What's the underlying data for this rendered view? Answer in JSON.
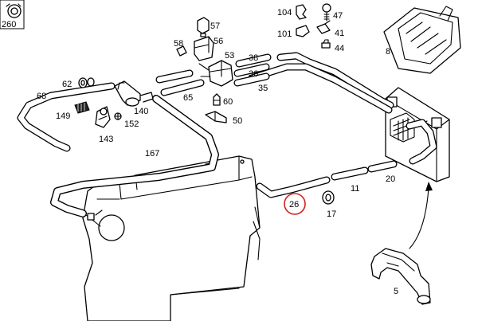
{
  "highlight_color": "#d42020",
  "highlighted_part": "26",
  "labels": {
    "p260": "260",
    "p104": "104",
    "p47": "47",
    "p101": "101",
    "p41": "41",
    "p44": "44",
    "p57": "57",
    "p58": "58",
    "p56": "56",
    "p53": "53",
    "p8": "8",
    "p38": "38",
    "p36": "36",
    "p35": "35",
    "p62": "62",
    "p65": "65",
    "p68": "68",
    "p60": "60",
    "p149": "149",
    "p140": "140",
    "p152": "152",
    "p50": "50",
    "p143": "143",
    "p167": "167",
    "p11": "11",
    "p20": "20",
    "p26": "26",
    "p17": "17",
    "p5": "5"
  }
}
